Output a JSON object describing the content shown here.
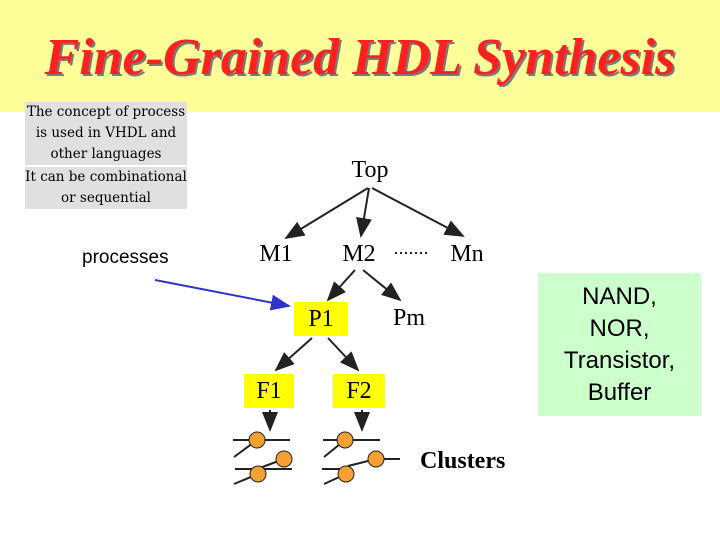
{
  "title": "Fine-Grained HDL Synthesis",
  "note_process": [
    "The concept of process",
    "is used in VHDL and",
    "other languages"
  ],
  "note_kind": [
    "It can be combinational",
    "or sequential"
  ],
  "processes_label": "processes",
  "tree": {
    "top": "Top",
    "m1": "M1",
    "m2": "M2",
    "mn": "Mn",
    "p1": "P1",
    "pm": "Pm",
    "f1": "F1",
    "f2": "F2"
  },
  "clusters_label": "Clusters",
  "gate_list": [
    "NAND,",
    "NOR,",
    "Transistor,",
    "Buffer"
  ],
  "colors": {
    "title_band": "#ffff99",
    "title_text": "#ff2020",
    "highlight": "#ffff00",
    "gate_box": "#ccffcc",
    "note_box": "#e0e0e0",
    "pointer_arrow": "#3333cc",
    "cluster_node": "#f4a032"
  }
}
